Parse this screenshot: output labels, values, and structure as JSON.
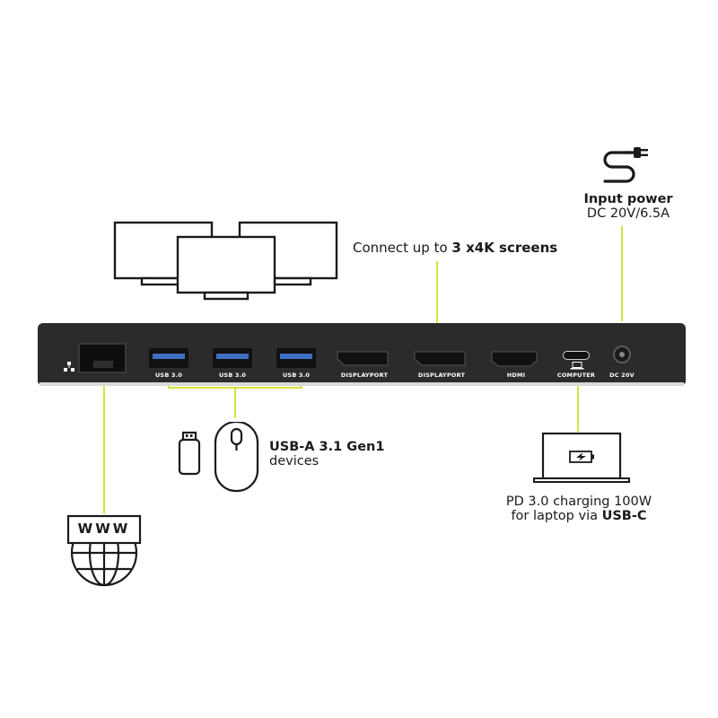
{
  "dock": {
    "ports": [
      {
        "id": "usb1",
        "label": "USB 3.0"
      },
      {
        "id": "usb2",
        "label": "USB 3.0"
      },
      {
        "id": "usb3",
        "label": "USB 3.0"
      },
      {
        "id": "dp1",
        "label": "DISPLAYPORT"
      },
      {
        "id": "dp2",
        "label": "DISPLAYPORT"
      },
      {
        "id": "hdmi",
        "label": "HDMI"
      },
      {
        "id": "usbc",
        "label": "COMPUTER"
      },
      {
        "id": "dc",
        "label": "DC 20V"
      }
    ]
  },
  "callouts": {
    "screens": {
      "prefix": "Connect up to ",
      "bold": "3 x4K screens"
    },
    "power": {
      "title": "Input power",
      "value": "DC 20V/6.5A"
    },
    "usb": {
      "bold": "USB-A 3.1 Gen1",
      "text": "devices"
    },
    "charging": {
      "line1": "PD 3.0 charging 100W",
      "line2_prefix": "for laptop via ",
      "line2_bold": "USB-C"
    },
    "internet": {
      "badge": "WWW"
    }
  },
  "colors": {
    "accent": "#d7e13c",
    "dock": "#2b2b2b",
    "port": "#111111",
    "usb_blue": "#3f6fc4"
  }
}
